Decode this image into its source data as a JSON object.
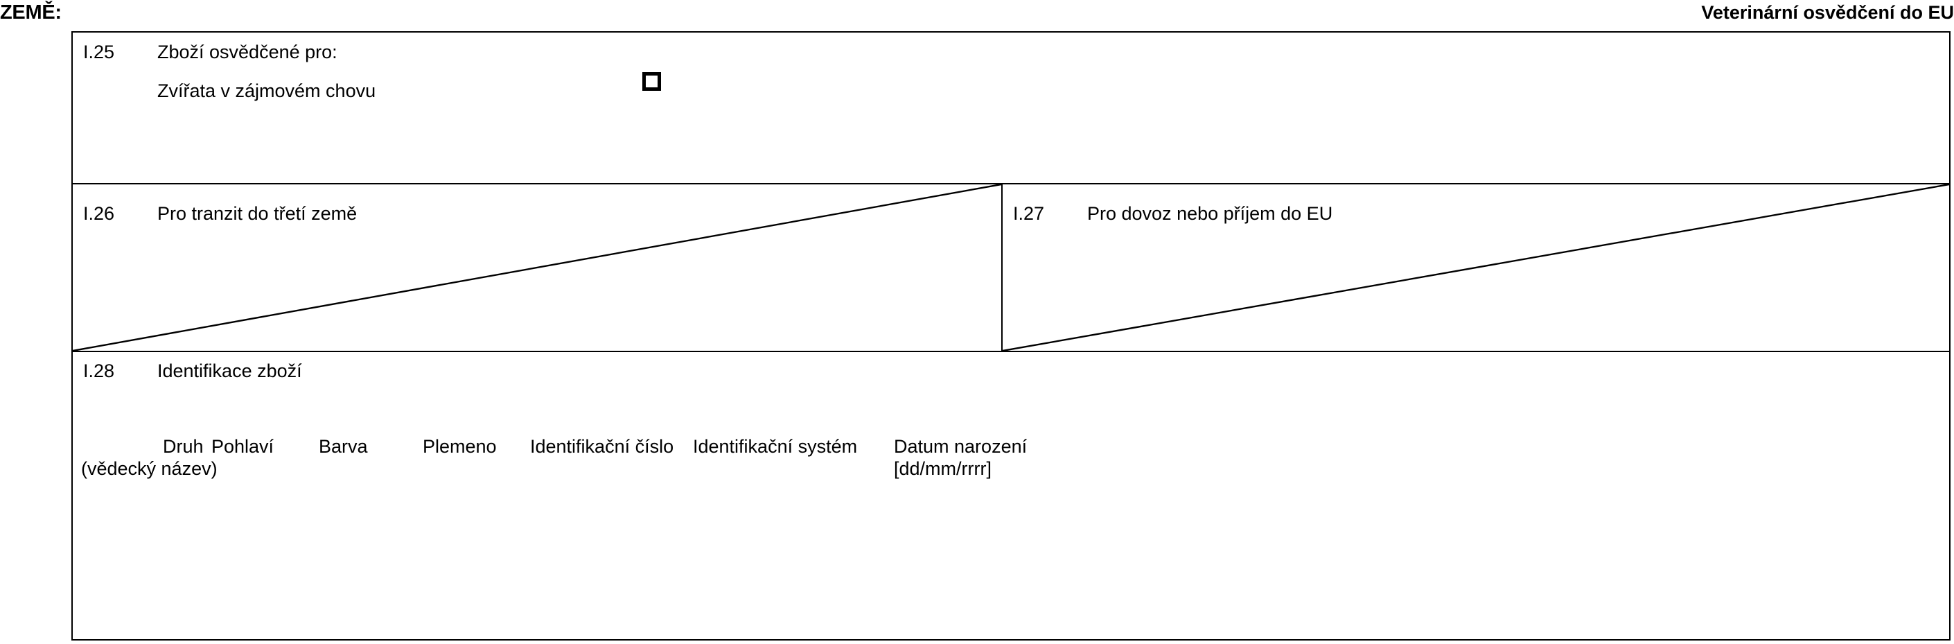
{
  "header": {
    "country_label": "ZEMĚ:",
    "document_title": "Veterinární osvědčení do EU"
  },
  "sections": {
    "i25": {
      "code": "I.25",
      "label": "Zboží osvědčené pro:",
      "option_label": "Zvířata v zájmovém chovu",
      "checkbox_checked": false
    },
    "i26": {
      "code": "I.26",
      "label": "Pro tranzit do třetí země",
      "struck_through": true
    },
    "i27": {
      "code": "I.27",
      "label": "Pro dovoz nebo příjem do EU",
      "struck_through": true
    },
    "i28": {
      "code": "I.28",
      "label": "Identifikace zboží",
      "columns": [
        {
          "label": "Druh",
          "sub": "(vědecký název)"
        },
        {
          "label": "Pohlaví",
          "sub": ""
        },
        {
          "label": "Barva",
          "sub": ""
        },
        {
          "label": "Plemeno",
          "sub": ""
        },
        {
          "label": "Identifikační číslo",
          "sub": ""
        },
        {
          "label": "Identifikační systém",
          "sub": ""
        },
        {
          "label": "Datum narození",
          "sub": "[dd/mm/rrrr]"
        }
      ],
      "rows": []
    }
  },
  "colors": {
    "border": "#000000",
    "text": "#000000",
    "background": "#ffffff"
  }
}
